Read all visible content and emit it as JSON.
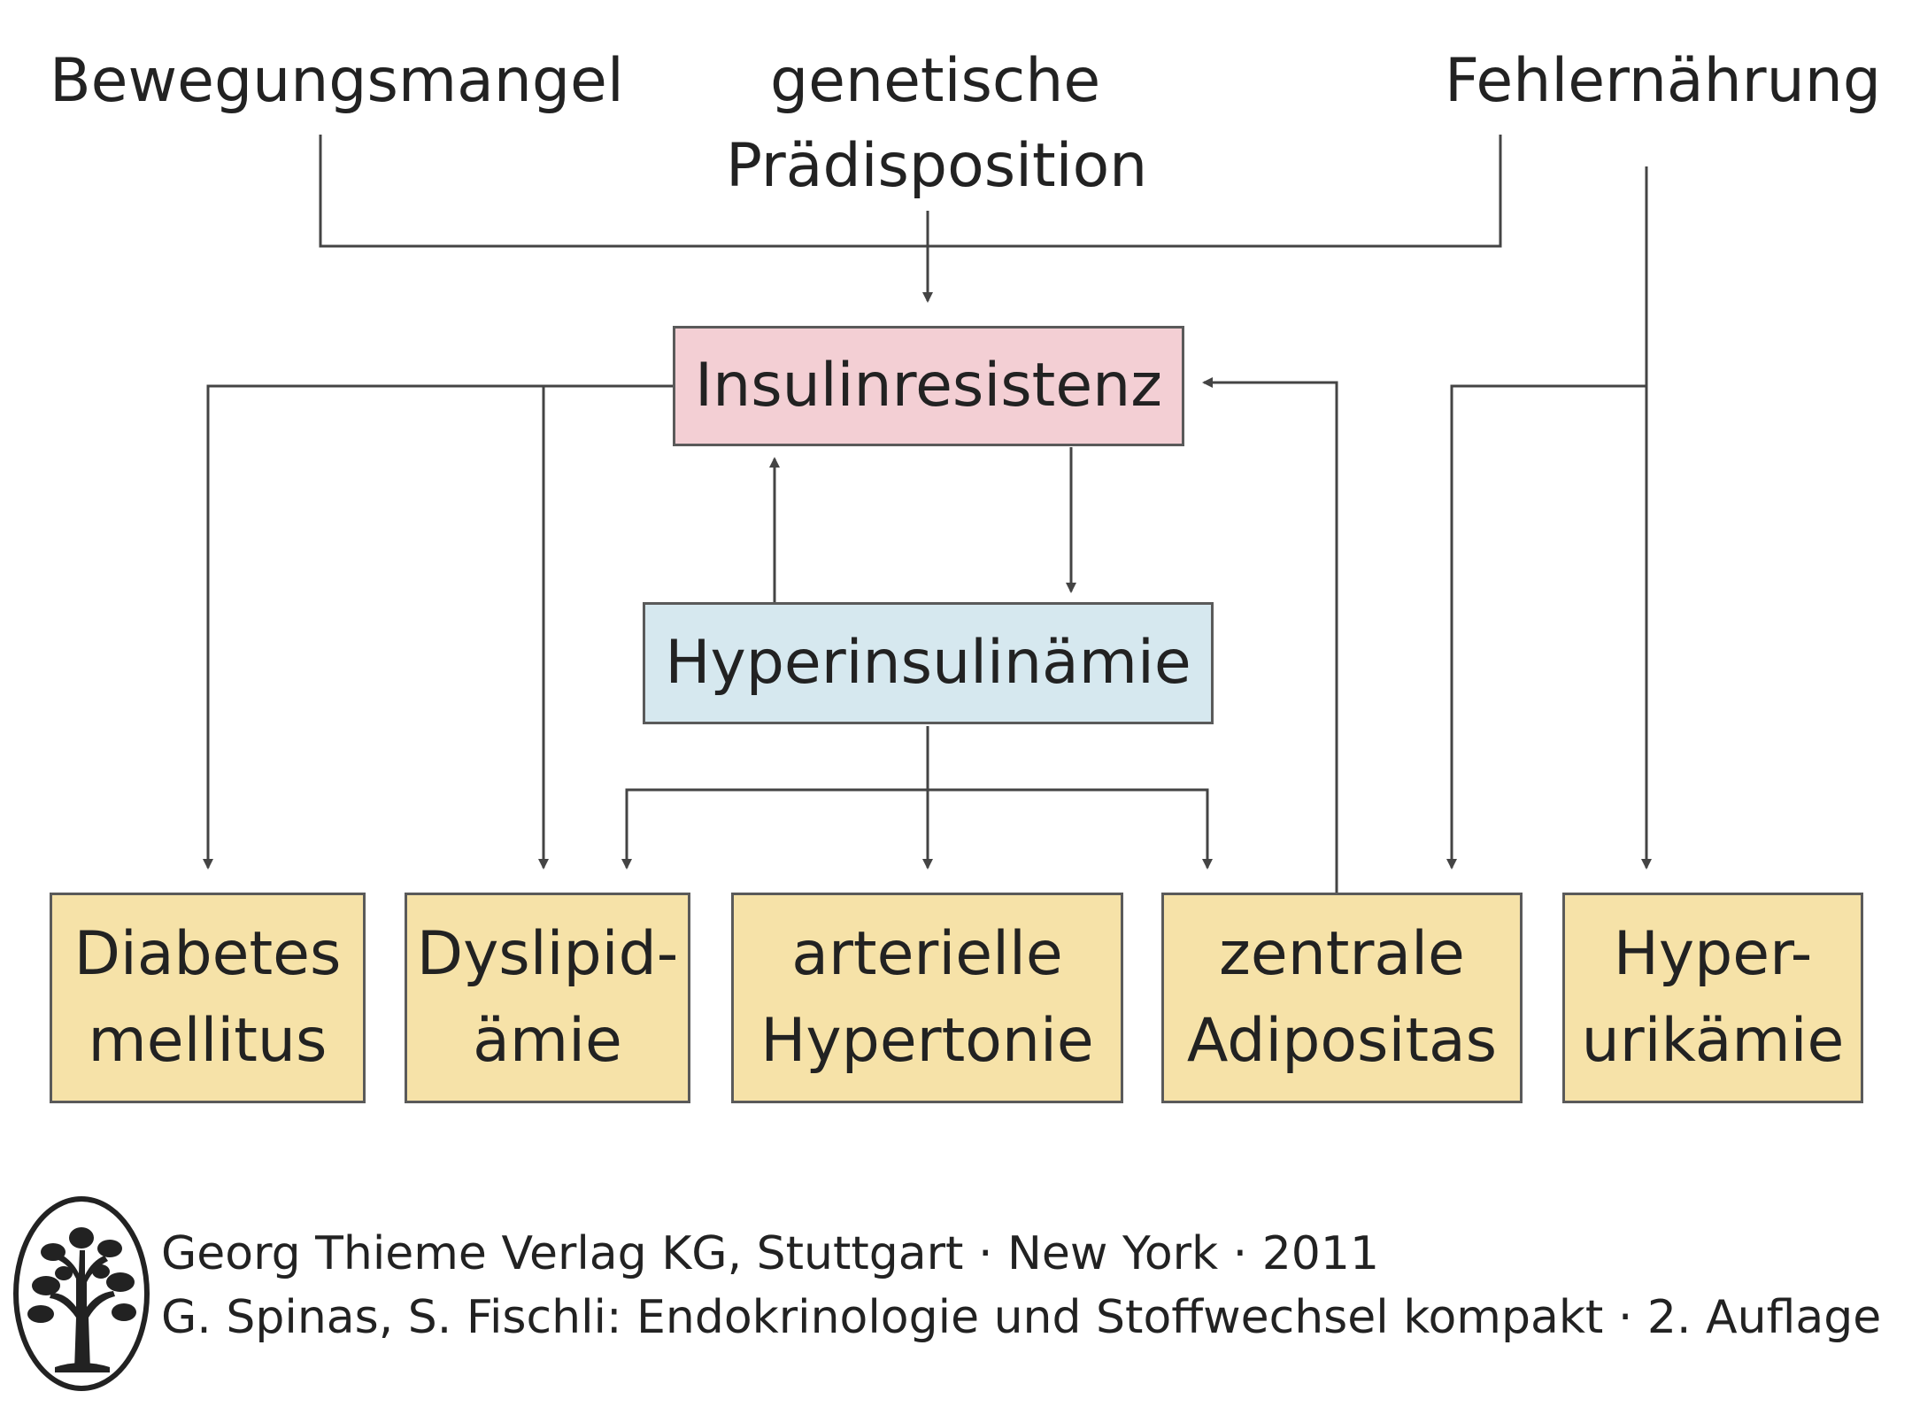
{
  "causes": {
    "bewegungsmangel": "Bewegungsmangel",
    "genetische_line1": "genetische",
    "genetische_line2": "Prädisposition",
    "fehlernaehrung": "Fehlernährung"
  },
  "central": {
    "insulinresistenz": "Insulinresistenz",
    "hyperinsulinaemie": "Hyperinsulinämie"
  },
  "outcomes": [
    {
      "line1": "Diabetes",
      "line2": "mellitus"
    },
    {
      "line1": "Dyslipid-",
      "line2": "ämie"
    },
    {
      "line1": "arterielle",
      "line2": "Hypertonie"
    },
    {
      "line1": "zentrale",
      "line2": "Adipositas"
    },
    {
      "line1": "Hyper-",
      "line2": "urikämie"
    }
  ],
  "footer": {
    "line1": "Georg Thieme Verlag KG, Stuttgart · New York · 2011",
    "line2": "G. Spinas, S. Fischli: Endokrinologie und Stoffwechsel kompakt · 2. Auflage",
    "logo": "thieme-tree-logo"
  },
  "colors": {
    "insulinresistenz_fill": "#f3cfd4",
    "hyperinsulinaemie_fill": "#d6e8ef",
    "outcome_fill": "#f6e2a8",
    "line": "#444444"
  }
}
